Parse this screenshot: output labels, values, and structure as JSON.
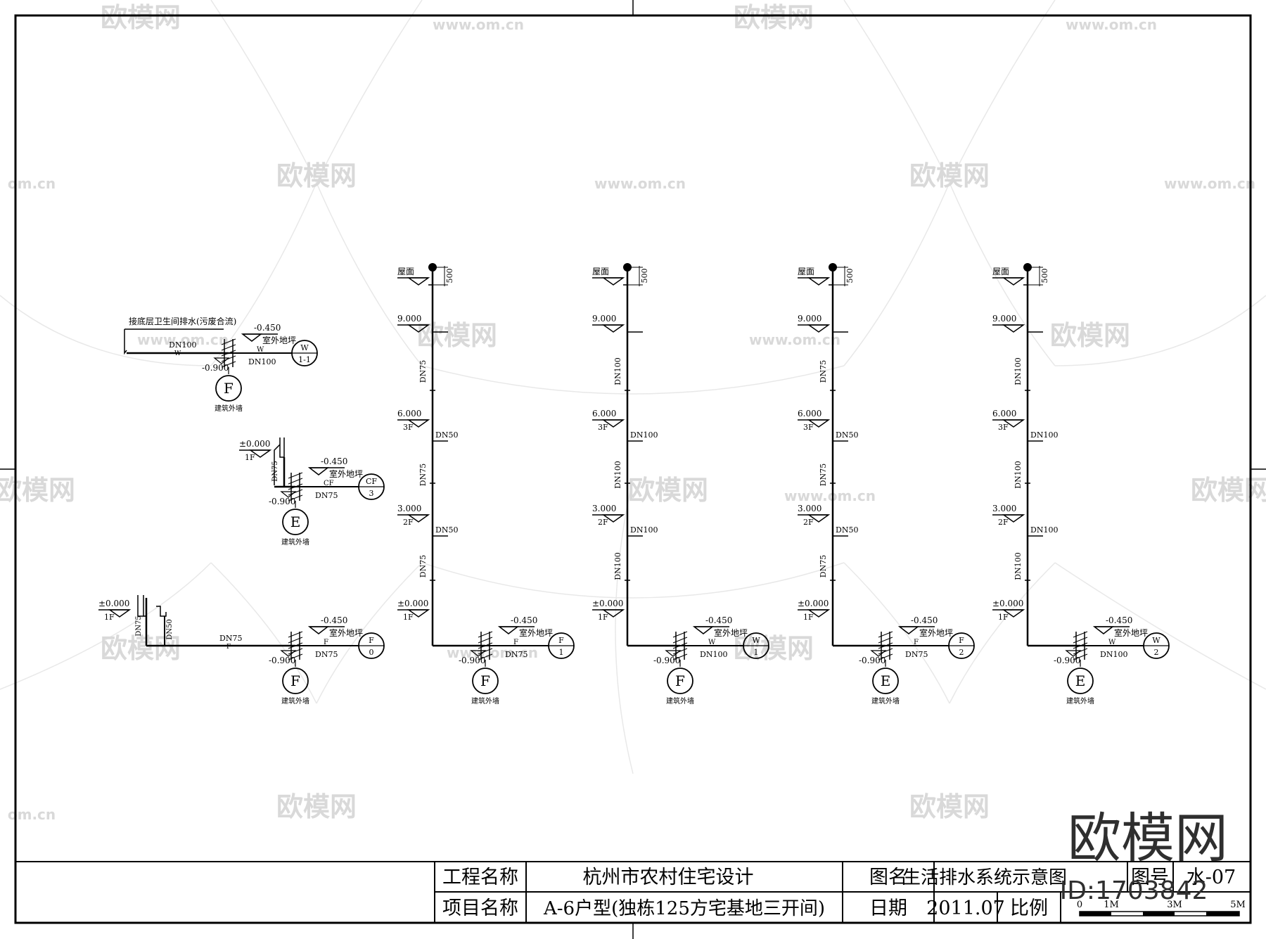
{
  "labels": {
    "roof": "屋面",
    "outdoor": "室外地坪",
    "ext_wall": "建筑外墙",
    "connect_note": "接底层卫生间排水(污废合流)",
    "dim_500": "500"
  },
  "elevations": {
    "e9": "9.000",
    "e6": "6.000",
    "e3": "3.000",
    "e0": "±0.000",
    "out": "-0.450",
    "pit": "-0.900"
  },
  "floors": {
    "f3": "3F",
    "f2": "2F",
    "f1": "1F"
  },
  "pipe": {
    "dn50": "DN50",
    "dn75": "DN75",
    "dn100": "DN100",
    "w": "W",
    "f": "F",
    "cf": "CF"
  },
  "bubbles": {
    "F": "F",
    "E": "E",
    "W": "W",
    "CF": "CF",
    "n0": "0",
    "n1": "1",
    "n2": "2",
    "n11": "1-1",
    "n3": "3"
  },
  "title_block": {
    "project_label": "工程名称",
    "project_value": "杭州市农村住宅设计",
    "item_label": "项目名称",
    "item_value": "A-6户型(独栋125方宅基地三开间)",
    "drawing_label": "图名",
    "drawing_value": "生活排水系统示意图",
    "number_label": "图号",
    "number_value": "水-07",
    "date_label": "日期",
    "date_value": "2011.07",
    "scale_label": "比例",
    "scale_ticks": [
      "0",
      "1M",
      "3M",
      "5M"
    ]
  },
  "watermark": {
    "brand": "欧模网",
    "site": "www.om.cn",
    "site_short": "om.cn",
    "id_text": "ID:1703842"
  }
}
